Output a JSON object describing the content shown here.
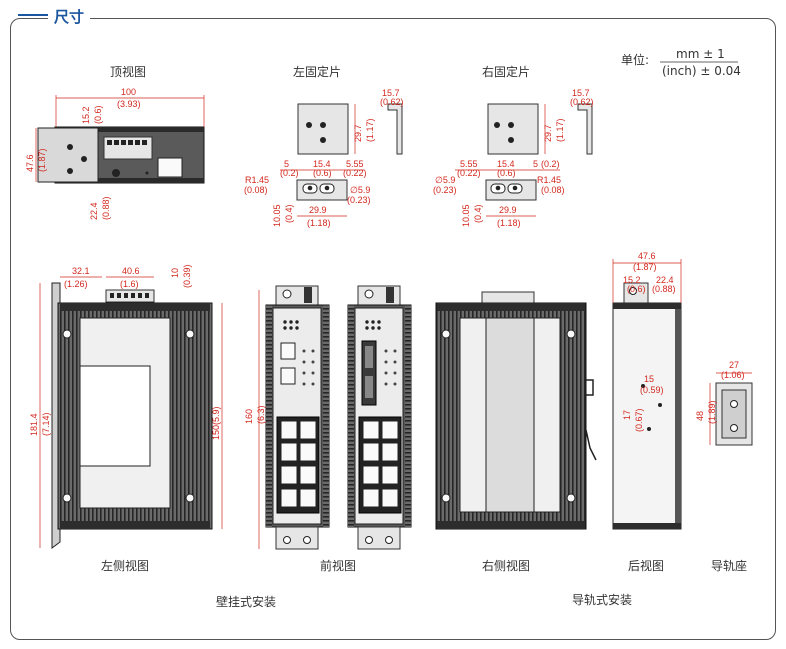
{
  "section_title": "尺寸",
  "unit": {
    "prefix": "单位:",
    "top": "mm ± 1",
    "bottom": "(inch) ± 0.04"
  },
  "view_labels": {
    "top_view": "顶视图",
    "left_bracket": "左固定片",
    "right_bracket": "右固定片",
    "left_side": "左侧视图",
    "front": "前视图",
    "right_side": "右侧视图",
    "back": "后视图",
    "rail_seat": "导轨座"
  },
  "group_labels": {
    "wall_mount": "壁挂式安装",
    "rail_mount": "导轨式安装"
  },
  "dims": {
    "top_w_mm": "100",
    "top_w_in": "(3.93)",
    "top_d1_mm": "15.2",
    "top_d1_in": "(0.6)",
    "top_h_mm": "47.6",
    "top_h_in": "(1.87)",
    "top_b_mm": "22.4",
    "top_b_in": "(0.88)",
    "lb_thk_mm": "15.7",
    "lb_thk_in": "(0.62)",
    "lb_h_mm": "29.7",
    "lb_h_in": "(1.17)",
    "rb_thk_mm": "15.7",
    "rb_thk_in": "(0.62)",
    "rb_h_mm": "29.7",
    "rb_h_in": "(1.17)",
    "lb_a_mm": "5",
    "lb_a_in": "(0.2)",
    "lb_b_mm": "15.4",
    "lb_b_in": "(0.6)",
    "lb_c_mm": "5.55",
    "lb_c_in": "(0.22)",
    "lb_r_mm": "R1.45",
    "lb_r_in": "(0.08)",
    "lb_d_mm": "∅5.9",
    "lb_d_in": "(0.23)",
    "lb_v_mm": "10.05",
    "lb_v_in": "(0.4)",
    "lb_w_mm": "29.9",
    "lb_w_in": "(1.18)",
    "rb_c_mm": "5.55",
    "rb_c_in": "(0.22)",
    "rb_b_mm": "15.4",
    "rb_b_in": "(0.6)",
    "rb_a_mm": "5",
    "rb_a_in": "(0.2)",
    "rb_d_mm": "∅5.9",
    "rb_d_in": "(0.23)",
    "rb_r_mm": "R1.45",
    "rb_r_in": "(0.08)",
    "rb_v_mm": "10.05",
    "rb_v_in": "(0.4)",
    "rb_w_mm": "29.9",
    "rb_w_in": "(1.18)",
    "ls_a_mm": "32.1",
    "ls_a_in": "(1.26)",
    "ls_b_mm": "40.6",
    "ls_b_in": "(1.6)",
    "ls_c_mm": "10",
    "ls_c_in": "(0.39)",
    "ls_h_mm": "181.4",
    "ls_h_in": "(7.14)",
    "ls_h2": "150(5.9)",
    "fr_h_mm": "160",
    "fr_h_in": "(6.3)",
    "bk_w_mm": "47.6",
    "bk_w_in": "(1.87)",
    "bk_a_mm": "15.2",
    "bk_a_in": "(0.6)",
    "bk_b_mm": "22.4",
    "bk_b_in": "(0.88)",
    "bk_c_mm": "15",
    "bk_c_in": "(0.59)",
    "bk_d_mm": "17",
    "bk_d_in": "(0.67)",
    "rs_w_mm": "27",
    "rs_w_in": "(1.06)",
    "rs_h_mm": "48",
    "rs_h_in": "(1.89)"
  }
}
